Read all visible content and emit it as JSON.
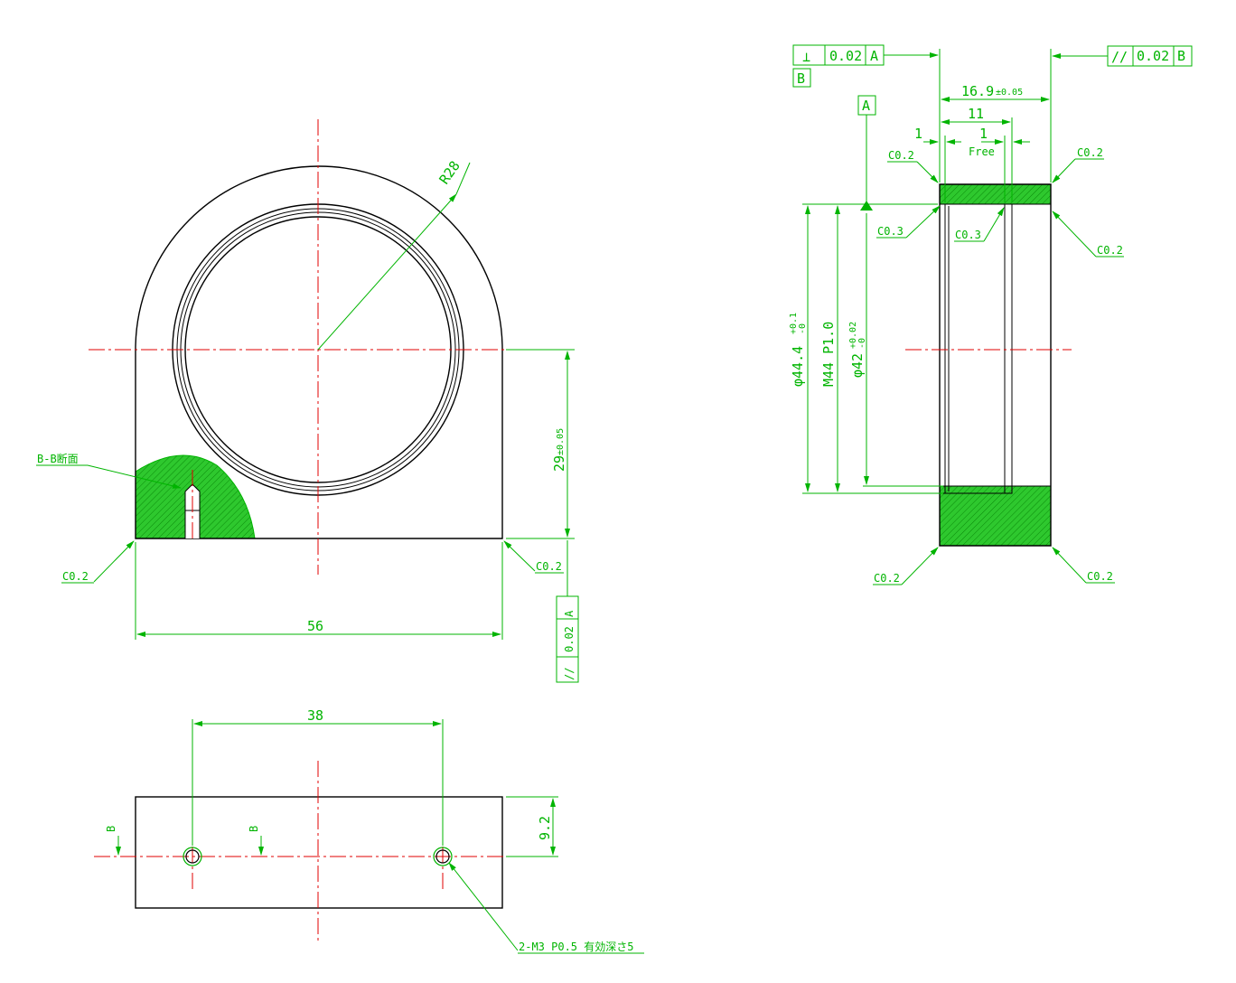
{
  "colors": {
    "outline": "#000000",
    "centerline": "#e00000",
    "annotation": "#00b400"
  },
  "front_view": {
    "radius": "R28",
    "section_label": "B-B断面",
    "chamfer_left": "C0.2",
    "chamfer_right": "C0.2",
    "width": "56",
    "height": "29",
    "height_tol": "±0.05",
    "parallel_symbol": "//",
    "parallel_value": "0.02",
    "parallel_datum": "A"
  },
  "bottom_view": {
    "hole_spacing": "38",
    "depth": "9.2",
    "section_mark_1": "B",
    "section_mark_2": "B",
    "thread_note": "2-M3 P0.5 有効深さ5"
  },
  "side_view": {
    "perp_symbol": "⊥",
    "perp_value": "0.02",
    "perp_datum": "A",
    "datum_b": "B",
    "parallel_symbol": "//",
    "parallel_value": "0.02",
    "parallel_datum": "B",
    "datum_a": "A",
    "length": "16.9",
    "length_tol": "±0.05",
    "thread_length": "11",
    "groove_left": "1",
    "groove_right": "1",
    "free_label": "Free",
    "chamfer_tl": "C0.2",
    "chamfer_tr": "C0.2",
    "chamfer_inner_l": "C0.3",
    "chamfer_inner_r": "C0.3",
    "chamfer_r": "C0.2",
    "chamfer_bl": "C0.2",
    "chamfer_br": "C0.2",
    "outer_dia": "φ44.4",
    "outer_dia_tol_upper": "+0.1",
    "outer_dia_tol_lower": "-0",
    "thread_spec": "M44  P1.0",
    "inner_dia": "φ42",
    "inner_dia_tol_upper": "+0.02",
    "inner_dia_tol_lower": "-0"
  }
}
